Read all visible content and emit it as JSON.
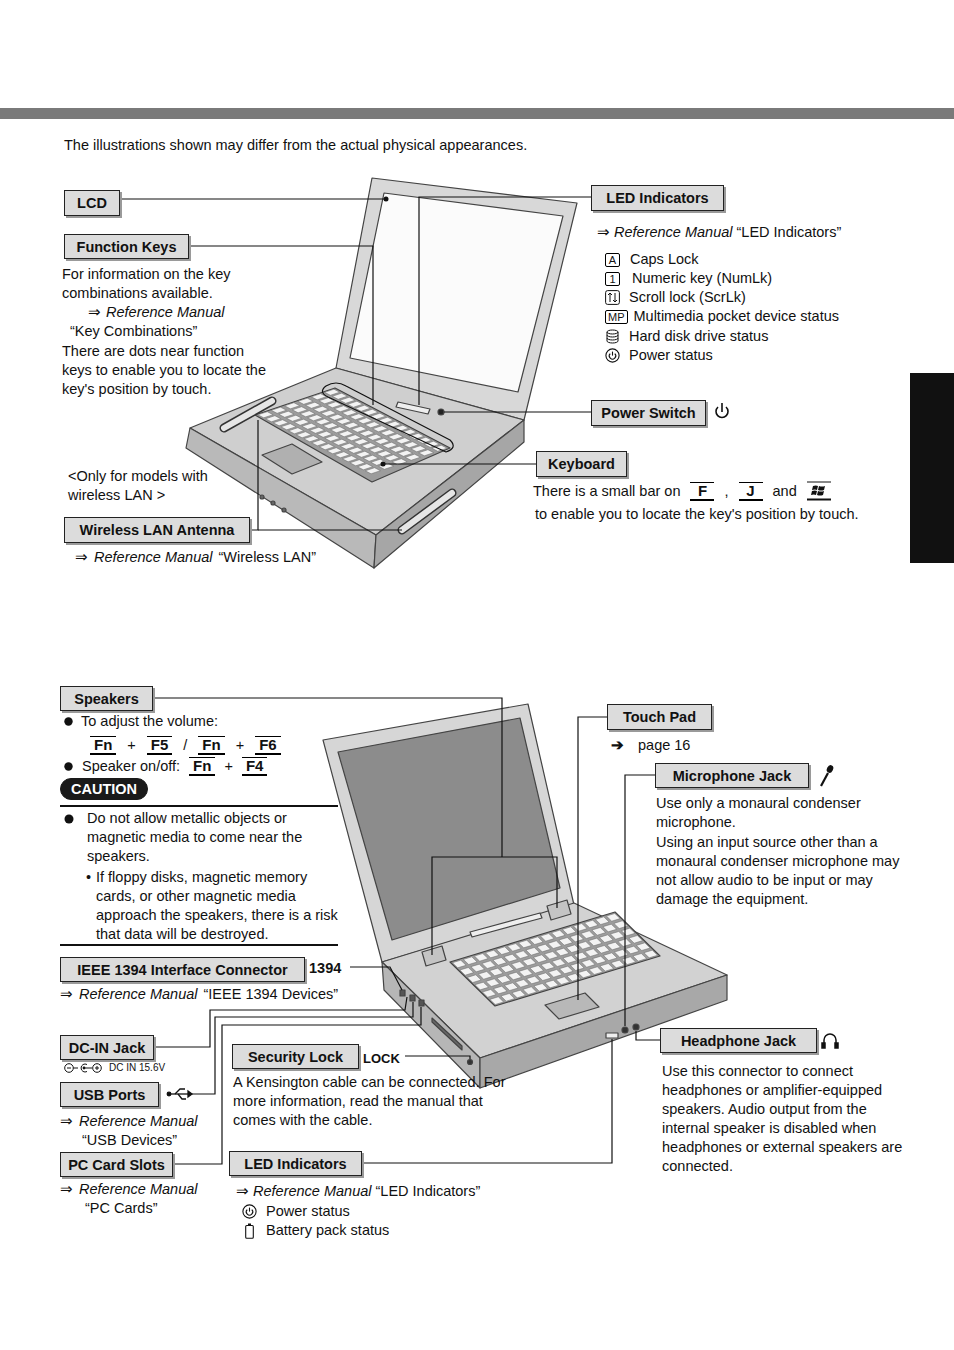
{
  "diagram": {
    "nodes": [
      {
        "text": [
          "LCD"
        ]
      },
      {
        "text": [
          "LED Indicators"
        ]
      },
      {
        "text": [
          "Function Keys"
        ]
      },
      {
        "text": [
          "Power Switch"
        ]
      },
      {
        "text": [
          "Keyboard"
        ]
      },
      {
        "text": [
          "Wireless LAN Antenna"
        ]
      },
      {
        "text": [
          "Speakers"
        ]
      },
      {
        "text": [
          "Touch Pad"
        ]
      },
      {
        "text": [
          "Microphone Jack"
        ]
      },
      {
        "text": [
          "CAUTION"
        ]
      },
      {
        "text": [
          "IEEE 1394 Interface Connector"
        ]
      },
      {
        "text": [
          "Headphone Jack"
        ]
      },
      {
        "text": [
          "DC-IN Jack"
        ]
      },
      {
        "text": [
          "Security Lock"
        ]
      },
      {
        "text": [
          "USB Ports"
        ]
      },
      {
        "text": [
          "PC Card Slots"
        ]
      },
      {
        "text": [
          "LED Indicators"
        ]
      }
    ],
    "labels": [
      "The illustrations shown may differ from the actual physical appearances.",
      "⇒",
      "Reference Manual",
      "“LED Indicators”",
      "A",
      "Caps Lock",
      "1",
      "Numeric key (NumLk)",
      "Scroll lock (ScrLk)",
      "MP",
      "Multimedia pocket device status",
      "Hard disk drive status",
      "Power status",
      "For information on the key combinations available.",
      "⇒",
      "Reference Manual",
      "“Key Combinations”",
      "There are dots near function keys to enable you to locate the key's position by touch.",
      "There is a small bar on",
      "F",
      ",",
      "J",
      "and",
      "to enable you to locate the key's position by touch.",
      "<Only for models with wireless LAN >",
      "⇒",
      "Reference Manual",
      "“Wireless LAN”",
      "To adjust the volume:",
      "Fn",
      "+",
      "F5",
      "/",
      "Fn",
      "+",
      "F6",
      "Speaker on/off:",
      "Fn",
      "+",
      "F4",
      "➔",
      "page 16",
      "Use only a monaural condenser microphone.",
      "Using an input source other than a monaural condenser microphone may not allow audio to be input or may damage the equipment.",
      "Do not allow metallic objects or magnetic media to come near the speakers.",
      "•",
      "If floppy disks, magnetic memory cards, or other magnetic media approach the speakers, there is a risk that data will be destroyed.",
      "1394",
      "⇒",
      "Reference Manual",
      "“IEEE 1394 Devices”",
      "DC IN 15.6V",
      "LOCK",
      "A Kensington cable can be connected. For more information, read the manual that comes with the cable.",
      "Use this connector to connect headphones or amplifier-equipped speakers. Audio output from the internal speaker is disabled when headphones or external speakers are connected.",
      "⇒",
      "Reference Manual",
      "“USB Devices”",
      "⇒",
      "Reference Manual",
      "“PC Cards”",
      "⇒",
      "Reference Manual",
      "“LED Indicators”",
      "Power status",
      "Battery pack status"
    ]
  }
}
